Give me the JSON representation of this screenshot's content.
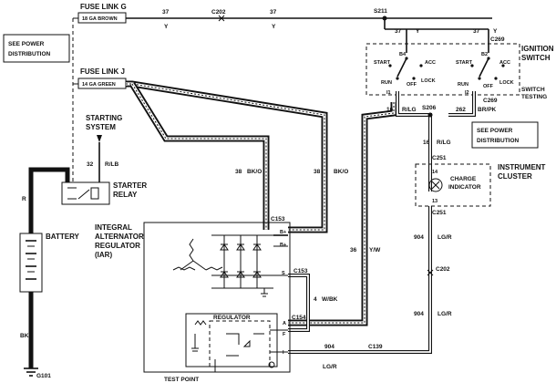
{
  "fuse_link_g": {
    "title": "FUSE LINK G",
    "spec": "18 GA BROWN"
  },
  "fuse_link_j": {
    "title": "FUSE LINK J",
    "spec": "14 GA GREEN"
  },
  "power_dist_left": {
    "line1": "SEE POWER",
    "line2": "DISTRIBUTION"
  },
  "power_dist_right": {
    "line1": "SEE POWER",
    "line2": "DISTRIBUTION"
  },
  "wire_g": {
    "circuit": "37",
    "color": "Y"
  },
  "connectors": {
    "c202_top": "C202",
    "s211": "S211",
    "c269_top": "C269",
    "c269_bot": "C269",
    "s206": "S206",
    "c251_top": "C251",
    "c251_bot": "C251",
    "c202_right": "C202",
    "c153_top": "C153",
    "c153_mid": "C153",
    "c154": "C154",
    "c139": "C139",
    "g101": "G101"
  },
  "ignition": {
    "title1": "IGNITION",
    "title2": "SWITCH",
    "testing1": "SWITCH",
    "testing2": "TESTING",
    "left": {
      "b": "B4",
      "start": "START",
      "acc": "ACC",
      "run": "RUN",
      "off": "OFF",
      "lock": "LOCK"
    },
    "right": {
      "b": "B2",
      "start": "START",
      "acc": "ACC",
      "run": "RUN",
      "off": "OFF",
      "lock": "LOCK"
    },
    "pin_i1": "I1",
    "pin_i2": "I2"
  },
  "circuits": {
    "c37a": "37",
    "y_a": "Y",
    "c37b": "37",
    "y_b": "Y",
    "c16a": "16",
    "rlg_a": "R/LG",
    "c262": "262",
    "brpk": "BR/PK",
    "c16b": "16",
    "rlg_b": "R/LG",
    "c904a": "904",
    "lgr_a": "LG/R",
    "c904b": "904",
    "lgr_b": "LG/R",
    "c904c": "904",
    "lgr_c": "LG/R",
    "c38a": "38",
    "bko_a": "BK/O",
    "c38b": "38",
    "bko_b": "BK/O",
    "c36": "36",
    "yw": "Y/W",
    "c4": "4",
    "wbk": "W/BK",
    "c32": "32",
    "rlb": "R/LB",
    "r": "R",
    "bk": "BK"
  },
  "starting_system": {
    "line1": "STARTING",
    "line2": "SYSTEM"
  },
  "starter_relay": {
    "line1": "STARTER",
    "line2": "RELAY"
  },
  "battery": {
    "label": "BATTERY"
  },
  "cluster": {
    "title1": "INSTRUMENT",
    "title2": "CLUSTER",
    "ind1": "CHARGE",
    "ind2": "INDICATOR",
    "pin_top": "14",
    "pin_bot": "13"
  },
  "alternator": {
    "title1": "INTEGRAL",
    "title2": "ALTERNATOR",
    "title3": "REGULATOR",
    "title4": "(IAR)",
    "term_bplus1": "B+",
    "term_bplus2": "B+",
    "term_s": "S",
    "term_a": "A",
    "term_f": "F",
    "term_i": "I",
    "regulator": "REGULATOR",
    "test_point": "TEST POINT"
  }
}
